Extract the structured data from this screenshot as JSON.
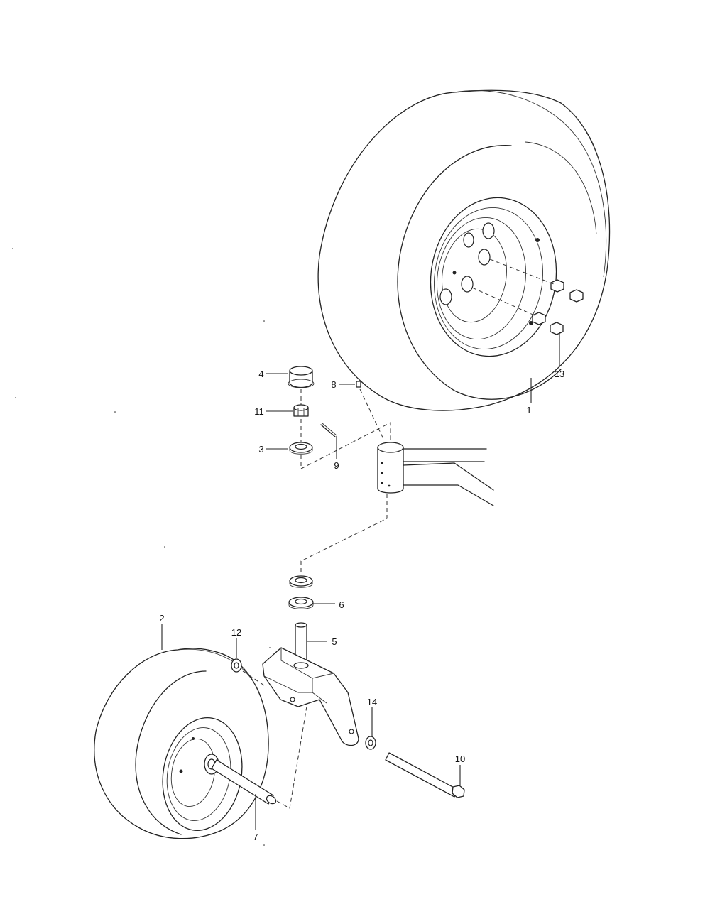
{
  "diagram": {
    "type": "exploded parts diagram",
    "callouts": [
      {
        "id": "c1",
        "label": "1"
      },
      {
        "id": "c2",
        "label": "2"
      },
      {
        "id": "c3",
        "label": "3"
      },
      {
        "id": "c4",
        "label": "4"
      },
      {
        "id": "c5",
        "label": "5"
      },
      {
        "id": "c6",
        "label": "6"
      },
      {
        "id": "c7",
        "label": "7"
      },
      {
        "id": "c8",
        "label": "8"
      },
      {
        "id": "c9",
        "label": "9"
      },
      {
        "id": "c10",
        "label": "10"
      },
      {
        "id": "c11",
        "label": "11"
      },
      {
        "id": "c12",
        "label": "12"
      },
      {
        "id": "c13",
        "label": "13"
      },
      {
        "id": "c14",
        "label": "14"
      }
    ]
  }
}
